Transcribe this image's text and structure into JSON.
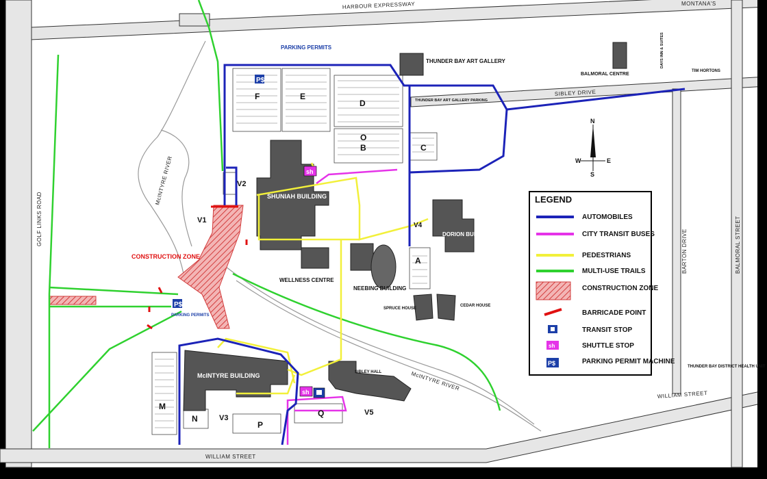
{
  "roads": {
    "harbour_expressway": "HARBOUR EXPRESSWAY",
    "montana": "MONTANA'S",
    "sibley_drive": "SIBLEY DRIVE",
    "golf_links_road": "GOLF LINKS ROAD",
    "barton_drive": "BARTON DRIVE",
    "balmoral_street": "BALMORAL STREET",
    "william_street_bottom": "WILLIAM STREET",
    "william_street_right": "WILLIAM STREET",
    "mcintyre_river": "McINTYRE RIVER",
    "mcintyre_river_vertical": "McINTYRE RIVER"
  },
  "places": {
    "parking_permits_top": "PARKING PERMITS",
    "parking_permits_mid": "PARKING PERMITS",
    "art_gallery": "THUNDER BAY ART GALLERY",
    "art_gallery_parking": "THUNDER BAY ART GALLERY PARKING",
    "balmoral_centre": "BALMORAL CENTRE",
    "days_inn": "DAYS INN & SUITES",
    "tim_hortons": "TIM HORTONS",
    "shuniah": "SHUNIAH BUILDING",
    "dorion": "DORION BUILDING",
    "wellness": "WELLNESS CENTRE",
    "neebing": "NEEBING BUILDING",
    "spruce": "SPRUCE HOUSE",
    "cedar": "CEDAR HOUSE",
    "mcintyre": "McINTYRE BUILDING",
    "sibley_hall": "SIBLEY HALL",
    "health_unit": "THUNDER BAY DISTRICT HEALTH UNIT",
    "construction_zone": "CONSTRUCTION ZONE"
  },
  "lots": [
    "F",
    "E",
    "D",
    "O",
    "B",
    "C",
    "A",
    "M",
    "N",
    "P",
    "Q"
  ],
  "lot_labels": {
    "F": "F",
    "E": "E",
    "D": "D",
    "O": "O",
    "B": "B",
    "C": "C",
    "A": "A",
    "M": "M",
    "N": "N",
    "P": "P",
    "Q": "Q"
  },
  "markers": {
    "v1": "V1",
    "v2": "V2",
    "v3": "V3",
    "v4": "V4",
    "v5": "V5",
    "sh": "sh",
    "ps": "P$",
    "compass_n": "N",
    "compass_s": "S",
    "compass_e": "E",
    "compass_w": "W"
  },
  "legend": {
    "title": "LEGEND",
    "items": [
      {
        "label": "AUTOMOBILES",
        "color": "#1c23b8"
      },
      {
        "label": "CITY TRANSIT BUSES",
        "color": "#e533e8"
      },
      {
        "label": "PEDESTRIANS",
        "color": "#f2f03a"
      },
      {
        "label": "MULTI-USE TRAILS",
        "color": "#2fd12f"
      },
      {
        "label": "CONSTRUCTION ZONE",
        "color": "#d94a4a"
      },
      {
        "label": "BARRICADE POINT",
        "color": "#e01010"
      },
      {
        "label": "TRANSIT STOP",
        "color": "#1c3fa8"
      },
      {
        "label": "SHUTTLE STOP",
        "color": "#e533e8"
      },
      {
        "label": "PARKING PERMIT MACHINE",
        "color": "#1c3fa8"
      }
    ]
  },
  "colors": {
    "automobiles": "#1c23b8",
    "transit": "#e533e8",
    "pedestrians": "#f2f03a",
    "trails": "#2fd12f",
    "construction": "#d94a4a",
    "barricade": "#e01010",
    "road_fill": "#e8e8e8",
    "building": "#555555"
  }
}
